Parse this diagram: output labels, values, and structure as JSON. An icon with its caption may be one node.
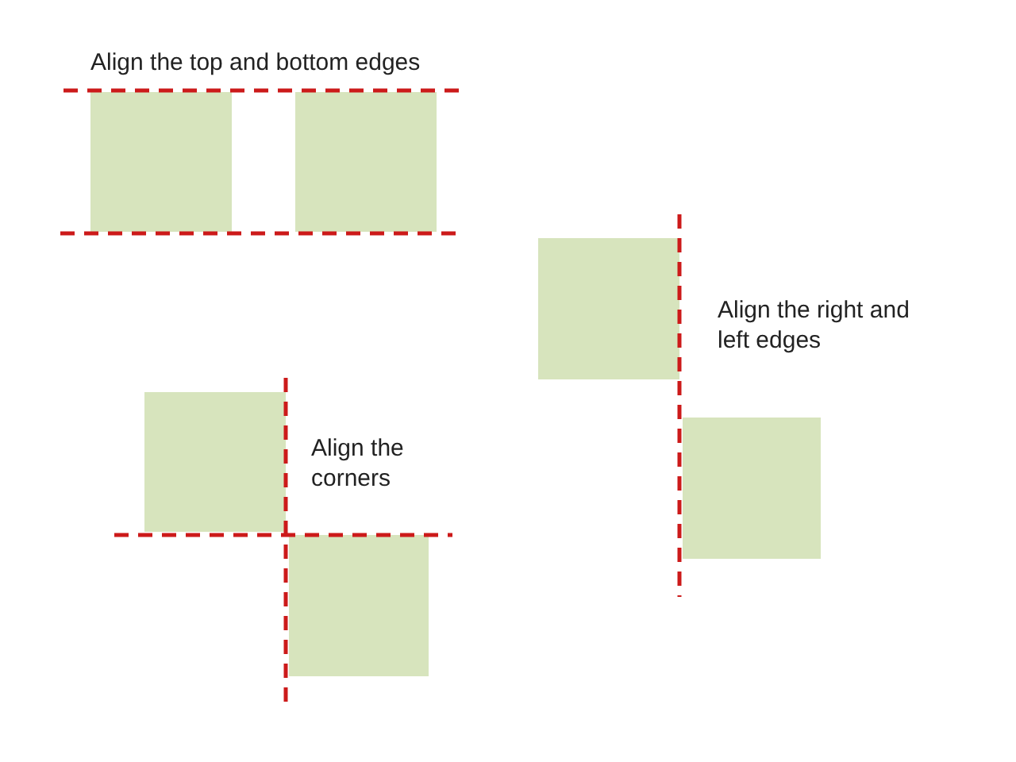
{
  "diagram": {
    "nodes": [
      {
        "text": [],
        "shape": "box"
      },
      {
        "text": [],
        "shape": "box"
      },
      {
        "text": [],
        "shape": "box"
      },
      {
        "text": [],
        "shape": "box"
      },
      {
        "text": [],
        "shape": "box"
      },
      {
        "text": [],
        "shape": "box"
      }
    ],
    "labels": [
      "Align the top and bottom edges",
      "Align the right and left edges",
      "Align the corners"
    ]
  }
}
